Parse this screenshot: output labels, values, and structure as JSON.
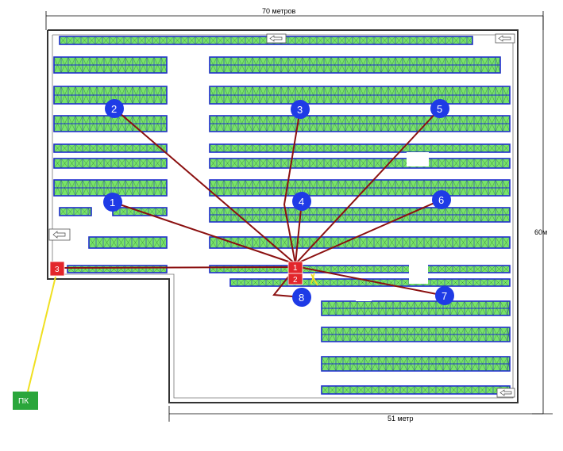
{
  "dimensions": {
    "top": "70 метров",
    "right": "60м",
    "bottom": "51 метр"
  },
  "colors": {
    "rack_fill": "#79e36a",
    "rack_frame": "#1d2bd0",
    "wall": "#333333",
    "line": "#8b1010",
    "node": "#1f3be6",
    "panel_box": "#e3262b",
    "pk_box": "#2aa63b",
    "pk_line": "#f0e020"
  },
  "nodes": [
    {
      "id": "node-1",
      "label": "1"
    },
    {
      "id": "node-2",
      "label": "2"
    },
    {
      "id": "node-3",
      "label": "3"
    },
    {
      "id": "node-4",
      "label": "4"
    },
    {
      "id": "node-5",
      "label": "5"
    },
    {
      "id": "node-6",
      "label": "6"
    },
    {
      "id": "node-7",
      "label": "7"
    },
    {
      "id": "node-8",
      "label": "8"
    }
  ],
  "panels": [
    {
      "id": "panel-1",
      "label": "1"
    },
    {
      "id": "panel-2",
      "label": "2"
    },
    {
      "id": "panel-3",
      "label": "3"
    }
  ],
  "pk": {
    "label": "ПК"
  }
}
